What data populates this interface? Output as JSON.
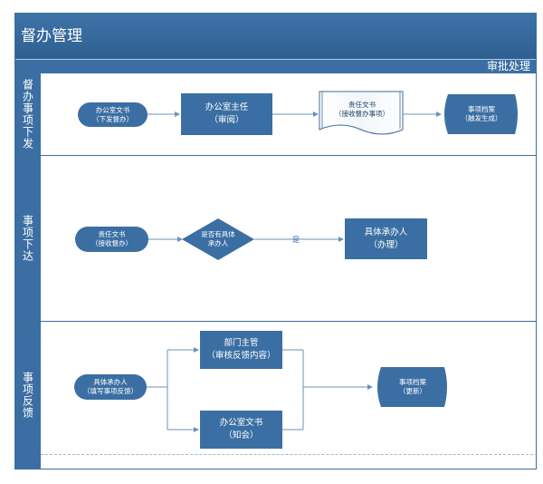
{
  "title": "督办管理",
  "process_header": "审批处理",
  "lanes": [
    {
      "label": "督办事项下发"
    },
    {
      "label": "事项下达"
    },
    {
      "label": "事项反馈"
    }
  ],
  "nodes": {
    "office_clerk_issue": "办公室文书\n（下发督办）",
    "office_director": "办公室主任\n（审阅）",
    "responsible_clerk_receive_items": "责任文书\n（接收督办事项）",
    "archive_trigger": "事项档案\n（触发生成）",
    "responsible_clerk_receive": "责任文书\n（接收督办）",
    "decision": "是否有具体\n承办人",
    "handler_process": "具体承办人\n（办理）",
    "handler_fill": "具体承办人\n（填写事项反馈）",
    "dept_head": "部门主管\n（审核反馈内容）",
    "office_clerk_notify": "办公室文书\n（知会）",
    "archive_update": "事项档案\n（更新）"
  },
  "edge_labels": {
    "decision_yes": "是"
  },
  "colors": {
    "node_fill": "#3b6fa3",
    "title_bar": "#3f73a8",
    "connector": "#6a93bd"
  }
}
